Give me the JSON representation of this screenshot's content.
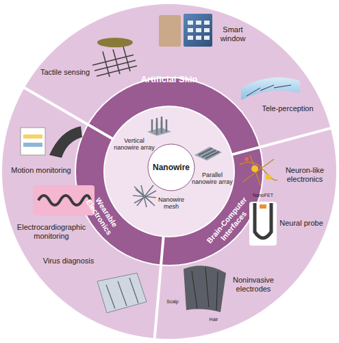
{
  "diagram": {
    "nodes": [
      {
        "text": [
          "Artificial Skin"
        ]
      },
      {
        "text": [
          "Brain-Computer Interfaces"
        ]
      },
      {
        "text": [
          "Wearable Electronics"
        ]
      },
      {
        "text": [
          "Nanowire"
        ]
      },
      {
        "text": [
          "Tactile sensing"
        ]
      },
      {
        "text": [
          "Smart window"
        ]
      },
      {
        "text": [
          "Tele-perception"
        ]
      },
      {
        "text": [
          "Neuron-like electronics"
        ]
      },
      {
        "text": [
          "Neural probe"
        ]
      },
      {
        "text": [
          "Noninvasive electrodes"
        ]
      },
      {
        "text": [
          "Virus diagnosis"
        ]
      },
      {
        "text": [
          "Electrocardiographic monitoring"
        ]
      },
      {
        "text": [
          "Motion monitoring"
        ]
      }
    ],
    "labels": [
      "Vertical nanowire array",
      "Parallel nanowire array",
      "Nanowire mesh",
      "NanoFET",
      "Scalp",
      "Hair"
    ]
  }
}
